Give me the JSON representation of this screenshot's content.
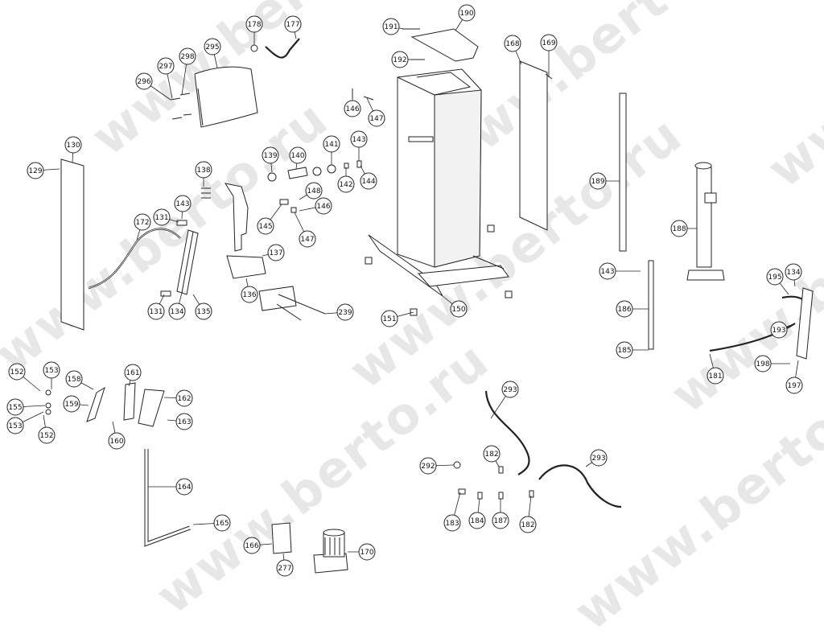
{
  "watermark": {
    "text": "www.berto.ru",
    "color": "#e7e7e7"
  },
  "callouts": [
    {
      "n": "178"
    },
    {
      "n": "177"
    },
    {
      "n": "191"
    },
    {
      "n": "190"
    },
    {
      "n": "168"
    },
    {
      "n": "169"
    },
    {
      "n": "192"
    },
    {
      "n": "297"
    },
    {
      "n": "298"
    },
    {
      "n": "295"
    },
    {
      "n": "296"
    },
    {
      "n": "146"
    },
    {
      "n": "147"
    },
    {
      "n": "130"
    },
    {
      "n": "129"
    },
    {
      "n": "139"
    },
    {
      "n": "140"
    },
    {
      "n": "141"
    },
    {
      "n": "143"
    },
    {
      "n": "142"
    },
    {
      "n": "144"
    },
    {
      "n": "189"
    },
    {
      "n": "138"
    },
    {
      "n": "148"
    },
    {
      "n": "146"
    },
    {
      "n": "145"
    },
    {
      "n": "143"
    },
    {
      "n": "147"
    },
    {
      "n": "172"
    },
    {
      "n": "131"
    },
    {
      "n": "188"
    },
    {
      "n": "137"
    },
    {
      "n": "136"
    },
    {
      "n": "143"
    },
    {
      "n": "195"
    },
    {
      "n": "134"
    },
    {
      "n": "131"
    },
    {
      "n": "134"
    },
    {
      "n": "135"
    },
    {
      "n": "239"
    },
    {
      "n": "151"
    },
    {
      "n": "150"
    },
    {
      "n": "186"
    },
    {
      "n": "193"
    },
    {
      "n": "185"
    },
    {
      "n": "198"
    },
    {
      "n": "181"
    },
    {
      "n": "197"
    },
    {
      "n": "152"
    },
    {
      "n": "153"
    },
    {
      "n": "158"
    },
    {
      "n": "161"
    },
    {
      "n": "159"
    },
    {
      "n": "162"
    },
    {
      "n": "155"
    },
    {
      "n": "153"
    },
    {
      "n": "163"
    },
    {
      "n": "152"
    },
    {
      "n": "160"
    },
    {
      "n": "293"
    },
    {
      "n": "182"
    },
    {
      "n": "292"
    },
    {
      "n": "293"
    },
    {
      "n": "164"
    },
    {
      "n": "183"
    },
    {
      "n": "184"
    },
    {
      "n": "187"
    },
    {
      "n": "182"
    },
    {
      "n": "165"
    },
    {
      "n": "166"
    },
    {
      "n": "170"
    },
    {
      "n": "277"
    }
  ]
}
